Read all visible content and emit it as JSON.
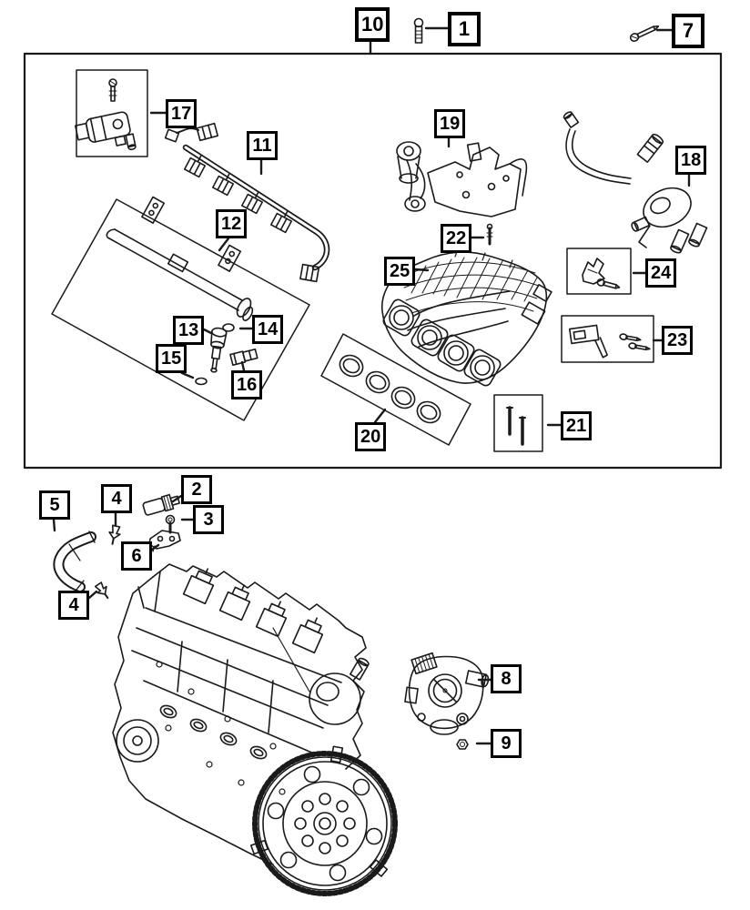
{
  "colors": {
    "ink": "#1a1a1a",
    "background": "#ffffff"
  },
  "callouts": [
    {
      "label": "10"
    },
    {
      "label": "1"
    },
    {
      "label": "7"
    },
    {
      "label": "17"
    },
    {
      "label": "11"
    },
    {
      "label": "12"
    },
    {
      "label": "19"
    },
    {
      "label": "18"
    },
    {
      "label": "22"
    },
    {
      "label": "25"
    },
    {
      "label": "24"
    },
    {
      "label": "13"
    },
    {
      "label": "14"
    },
    {
      "label": "15"
    },
    {
      "label": "16"
    },
    {
      "label": "23"
    },
    {
      "label": "20"
    },
    {
      "label": "21"
    },
    {
      "label": "5"
    },
    {
      "label": "4"
    },
    {
      "label": "2"
    },
    {
      "label": "3"
    },
    {
      "label": "6"
    },
    {
      "label": "4"
    },
    {
      "label": "8"
    },
    {
      "label": "9"
    }
  ],
  "boxed_groups": [
    "12",
    "17",
    "20",
    "21",
    "23",
    "24"
  ]
}
